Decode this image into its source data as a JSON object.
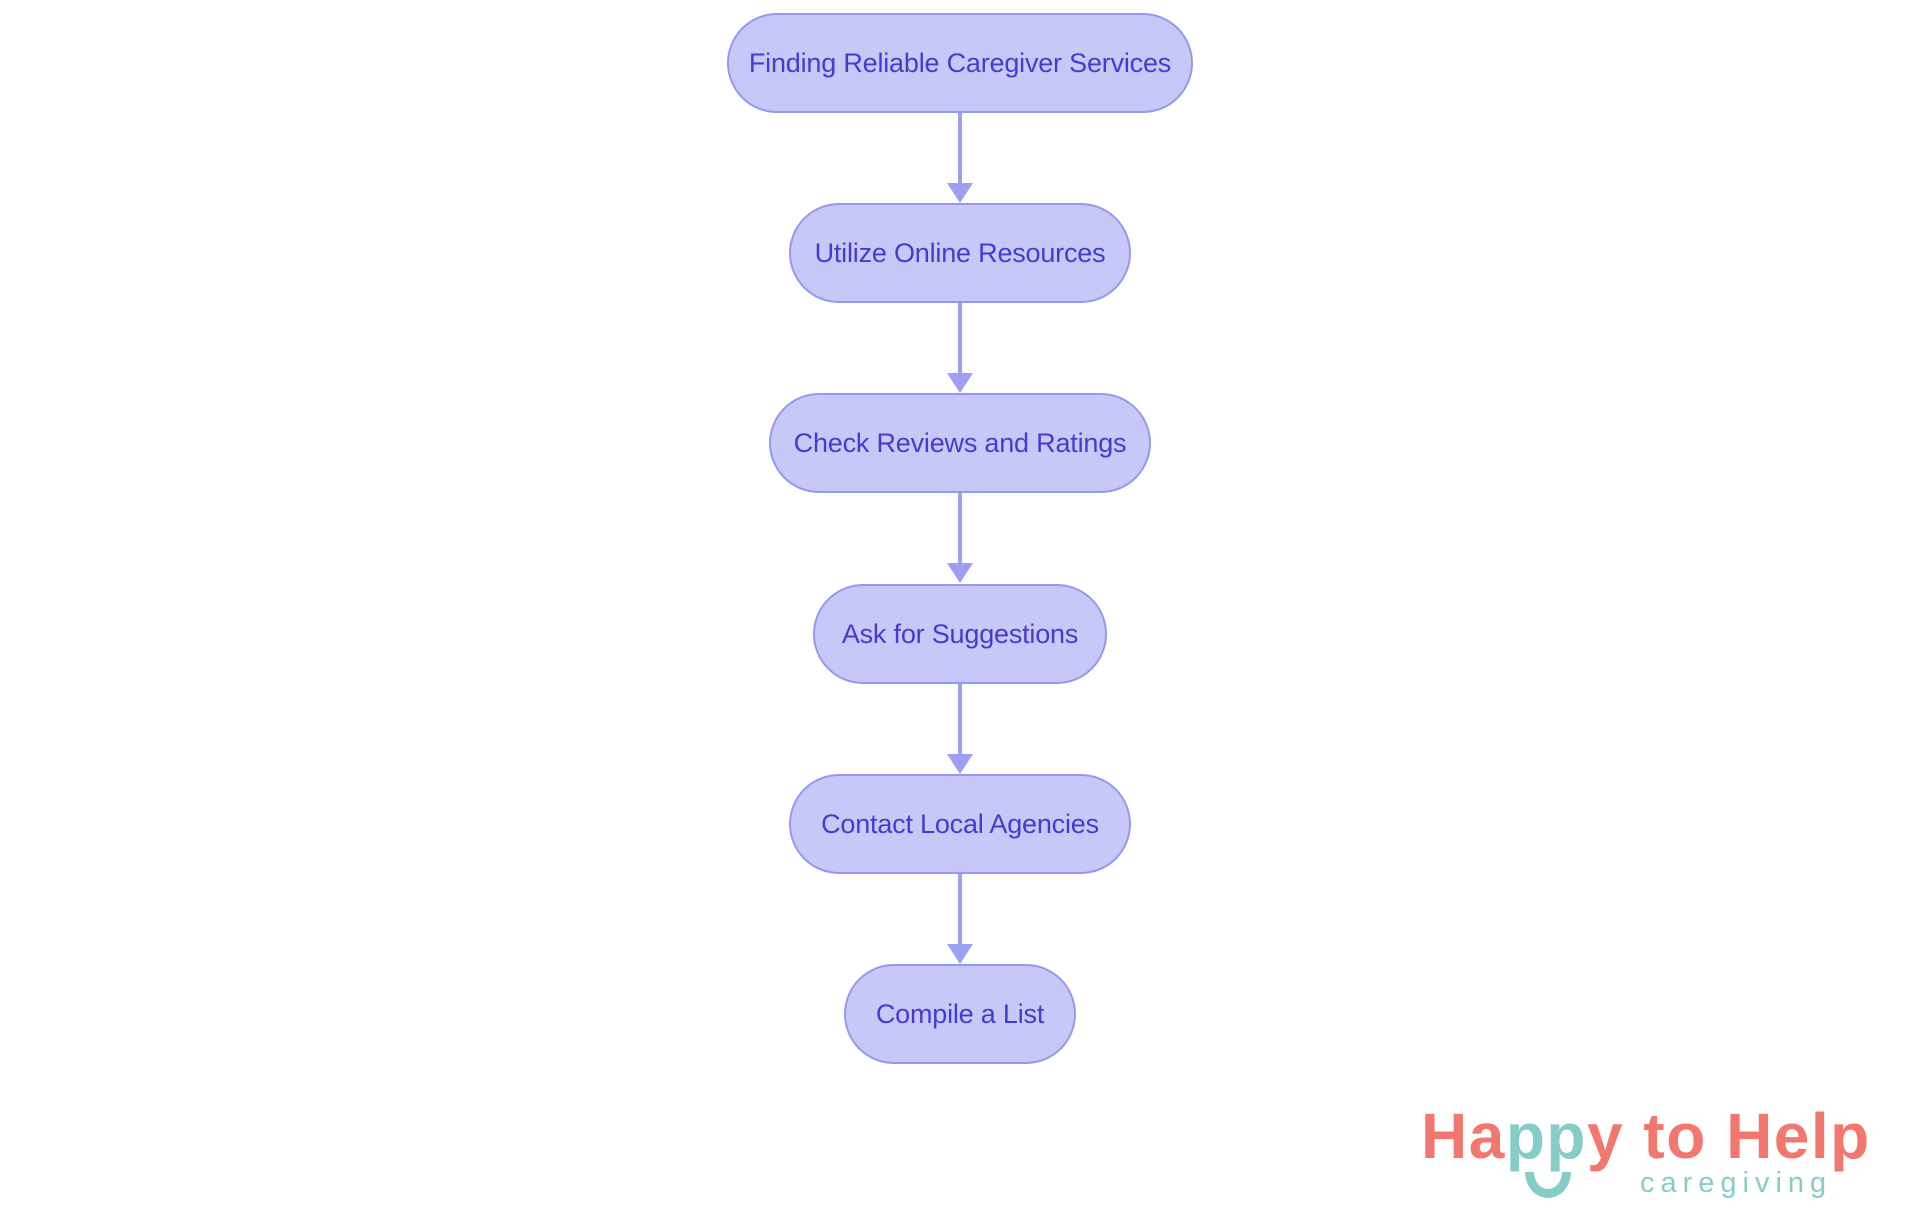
{
  "flowchart": {
    "nodes": [
      {
        "label": "Finding Reliable Caregiver Services"
      },
      {
        "label": "Utilize Online Resources"
      },
      {
        "label": "Check Reviews and Ratings"
      },
      {
        "label": "Ask for Suggestions"
      },
      {
        "label": "Contact Local Agencies"
      },
      {
        "label": "Compile a List"
      }
    ],
    "colors": {
      "node_fill": "#C7C8F8",
      "node_border": "#9499EF",
      "node_text": "#413DD0",
      "arrow": "#9DA0F1"
    }
  },
  "logo": {
    "title_parts": {
      "p1": "Ha",
      "p2": "pp",
      "p3": "y to Help"
    },
    "tagline": "caregiving",
    "colors": {
      "coral": "#F2776E",
      "teal": "#87CDC7"
    }
  }
}
